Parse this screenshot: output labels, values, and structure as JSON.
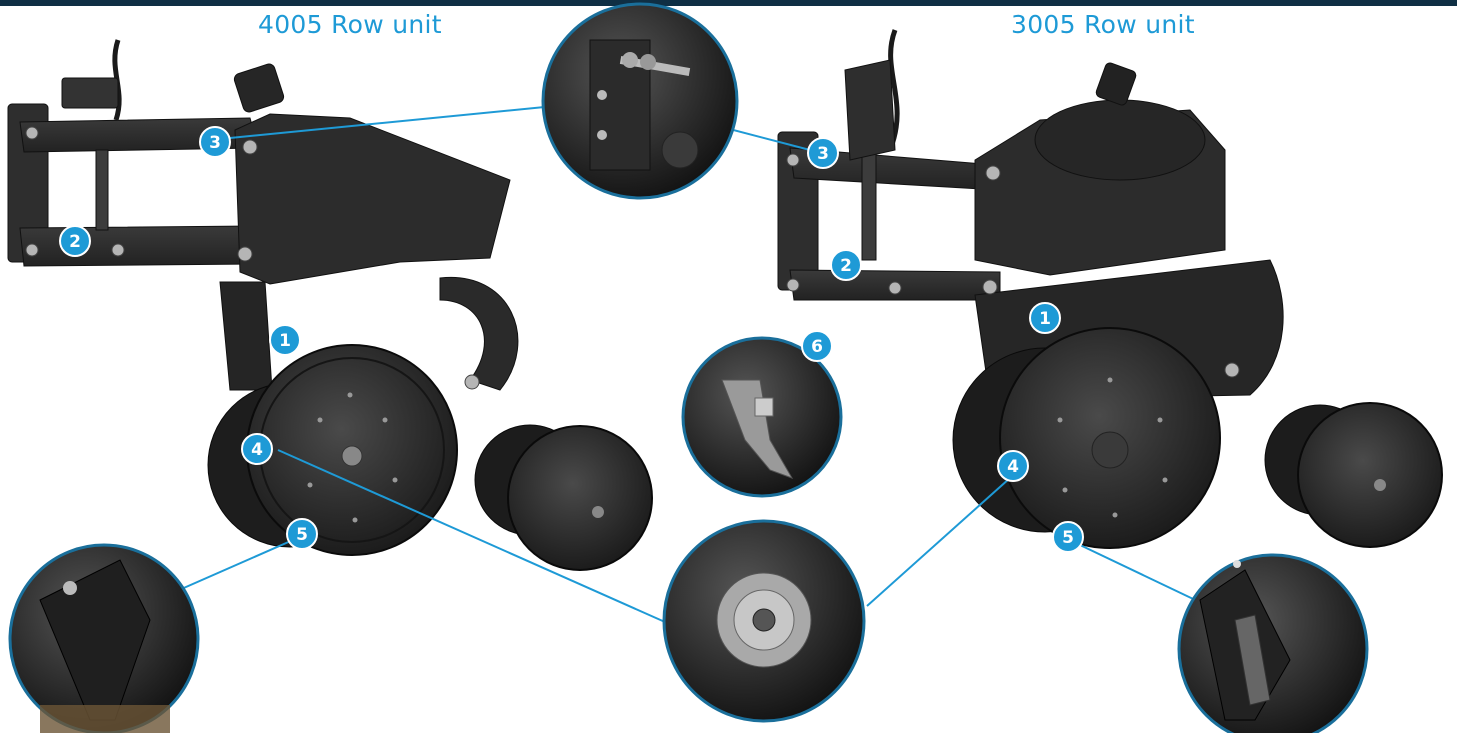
{
  "titles": {
    "left": "4005 Row unit",
    "right": "3005 Row unit"
  },
  "colors": {
    "accent": "#1e9ad6",
    "header_bar": "#0f2f44",
    "machine": "#2a2a2a",
    "callout_ring": "#1a6f9b"
  },
  "callouts": [
    {
      "num": "1",
      "unit": "4005"
    },
    {
      "num": "2",
      "unit": "4005"
    },
    {
      "num": "3",
      "unit": "4005"
    },
    {
      "num": "4",
      "unit": "4005"
    },
    {
      "num": "5",
      "unit": "4005"
    },
    {
      "num": "1",
      "unit": "3005"
    },
    {
      "num": "2",
      "unit": "3005"
    },
    {
      "num": "3",
      "unit": "3005"
    },
    {
      "num": "4",
      "unit": "3005"
    },
    {
      "num": "5",
      "unit": "3005"
    },
    {
      "num": "6",
      "unit": "detail"
    }
  ],
  "detail_views": [
    {
      "icon": "spring-adjuster-detail"
    },
    {
      "icon": "seed-tube-guard-detail"
    },
    {
      "icon": "disc-hub-bearing-detail"
    },
    {
      "icon": "opener-blade-detail-left"
    },
    {
      "icon": "opener-blade-detail-right"
    }
  ]
}
